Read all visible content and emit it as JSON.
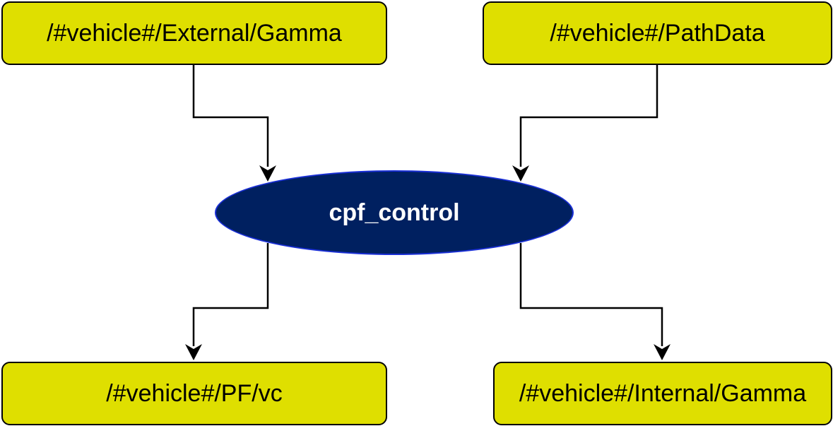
{
  "diagram": {
    "topics_in": [
      {
        "label": "/#vehicle#/External/Gamma"
      },
      {
        "label": "/#vehicle#/PathData"
      }
    ],
    "node": {
      "label": "cpf_control"
    },
    "topics_out": [
      {
        "label": "/#vehicle#/PF/vc"
      },
      {
        "label": "/#vehicle#/Internal/Gamma"
      }
    ]
  },
  "colors": {
    "topic_fill": "#dfdf00",
    "node_fill": "#002060",
    "node_border": "#1a2fd6",
    "edge": "#000000"
  }
}
